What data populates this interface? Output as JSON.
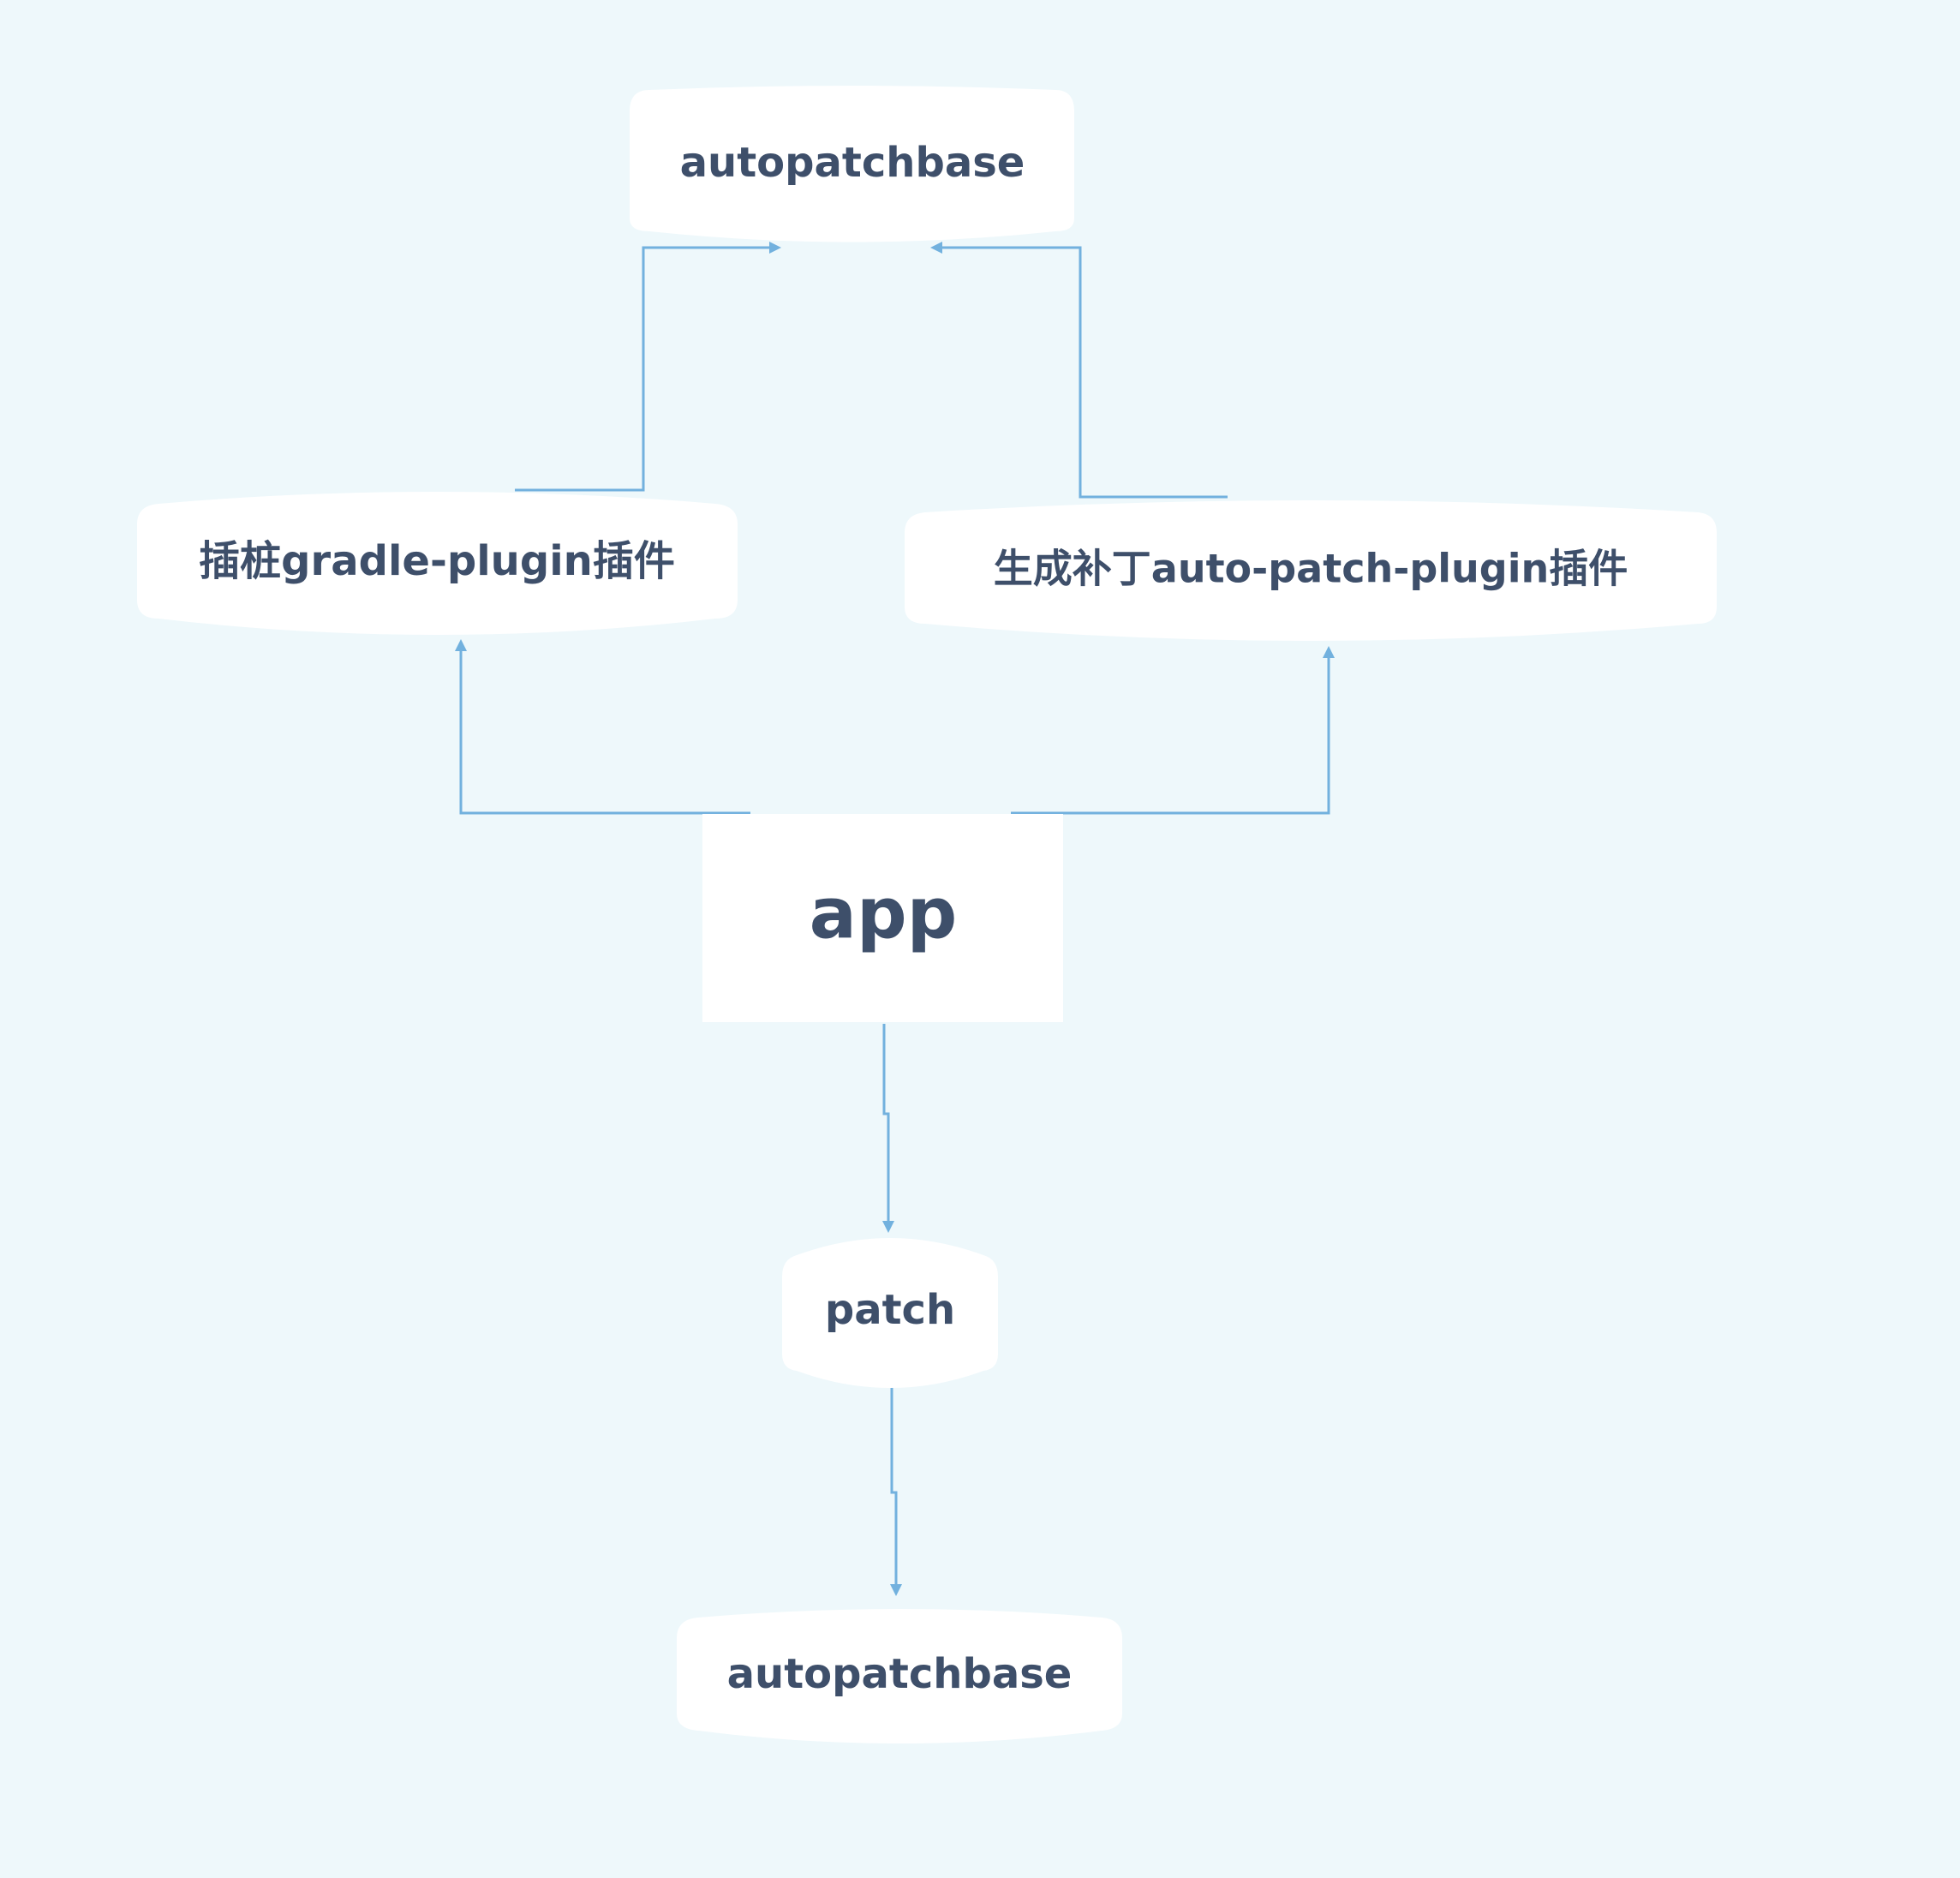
{
  "diagram": {
    "nodes": {
      "top_base": "autopatchbase",
      "gradle_plugin": "插桩gradle-plugin插件",
      "patch_plugin": "生成补丁auto-patch-plugin插件",
      "app": "app",
      "patch": "patch",
      "bottom_base": "autopatchbase"
    },
    "edges": [
      {
        "from": "gradle_plugin",
        "to": "top_base"
      },
      {
        "from": "patch_plugin",
        "to": "top_base"
      },
      {
        "from": "app",
        "to": "gradle_plugin"
      },
      {
        "from": "app",
        "to": "patch_plugin"
      },
      {
        "from": "app",
        "to": "patch"
      },
      {
        "from": "patch",
        "to": "bottom_base"
      }
    ],
    "colors": {
      "background": "#eef8fb",
      "node_fill": "#ffffff",
      "text": "#3e4f6a",
      "edge": "#72b1de"
    }
  }
}
